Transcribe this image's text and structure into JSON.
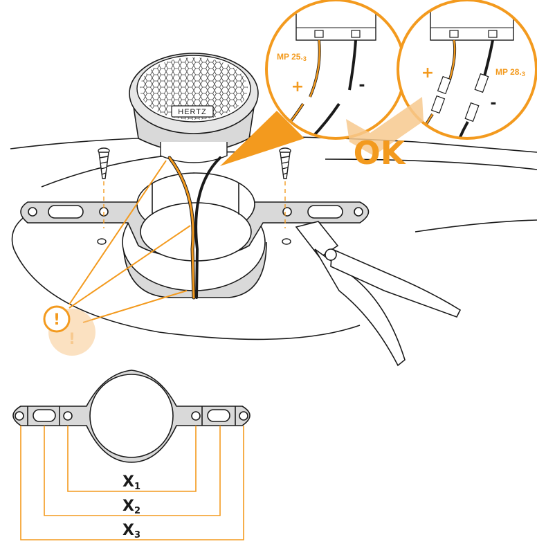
{
  "colors": {
    "accent": "#f39a1e",
    "accent_light": "#f7c98e",
    "line": "#1a1a1a",
    "fill_grey": "#d9d9d9"
  },
  "speaker": {
    "brand": "HERTZ"
  },
  "callout_left": {
    "model": "MP 25.",
    "model_sub": "3",
    "plus": "+",
    "minus": "-"
  },
  "callout_right": {
    "model": "MP 28.",
    "model_sub": "3",
    "plus": "+",
    "minus": "-"
  },
  "ok_label": "OK",
  "warning_symbol": "!",
  "icons": [
    "screw-icon",
    "warning-icon",
    "pliers-icon",
    "plus-sign-icon",
    "minus-sign-icon",
    "checkmark-icon"
  ],
  "dimensions": [
    {
      "main": "X",
      "sub": "1"
    },
    {
      "main": "X",
      "sub": "2"
    },
    {
      "main": "X",
      "sub": "3"
    }
  ]
}
